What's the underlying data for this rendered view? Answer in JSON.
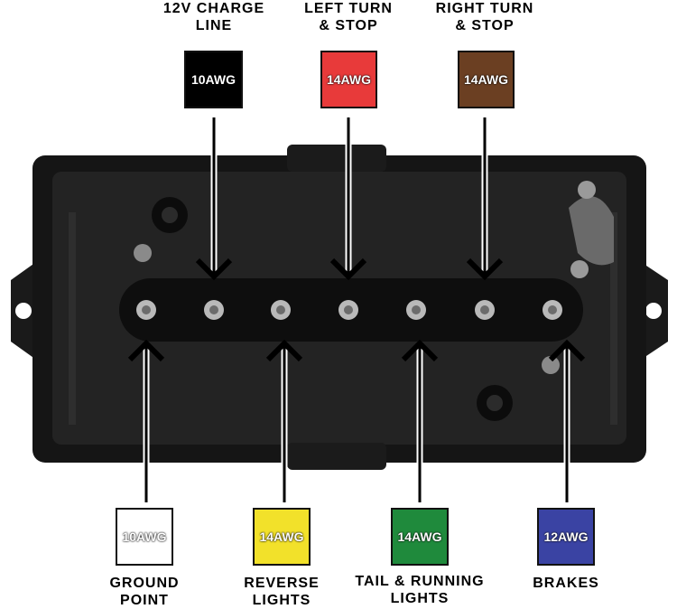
{
  "top_wires": [
    {
      "label": "12V CHARGE\nLINE",
      "gauge": "10AWG",
      "color": "#000000"
    },
    {
      "label": "LEFT TURN\n& STOP",
      "gauge": "14AWG",
      "color": "#e83a3a"
    },
    {
      "label": "RIGHT TURN\n& STOP",
      "gauge": "14AWG",
      "color": "#6b3f22"
    }
  ],
  "bottom_wires": [
    {
      "label": "GROUND\nPOINT",
      "gauge": "10AWG",
      "color": "#ffffff"
    },
    {
      "label": "REVERSE\nLIGHTS",
      "gauge": "14AWG",
      "color": "#f2e12a"
    },
    {
      "label": "TAIL & RUNNING\nLIGHTS",
      "gauge": "14AWG",
      "color": "#1f8a3c"
    },
    {
      "label": "BRAKES",
      "gauge": "12AWG",
      "color": "#3a43a3"
    }
  ]
}
